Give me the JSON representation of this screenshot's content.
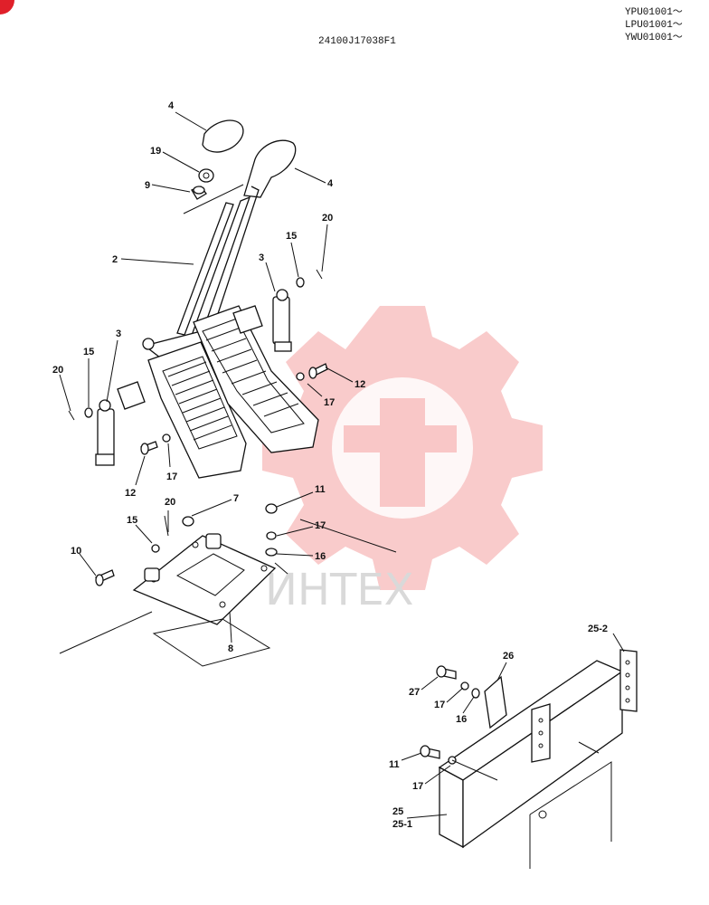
{
  "header": {
    "drawing_number": "24100J17038F1",
    "serial_lines": [
      "YPU01001～",
      "LPU01001～",
      "YWU01001～"
    ]
  },
  "watermark": {
    "text": "ИНТЕХ",
    "color": "#f4a0a0"
  },
  "corner_mark_color": "#e0202a",
  "callouts": [
    {
      "id": "c4a",
      "text": "4"
    },
    {
      "id": "c19",
      "text": "19"
    },
    {
      "id": "c9",
      "text": "9"
    },
    {
      "id": "c4b",
      "text": "4"
    },
    {
      "id": "c20a",
      "text": "20"
    },
    {
      "id": "c15a",
      "text": "15"
    },
    {
      "id": "c2",
      "text": "2"
    },
    {
      "id": "c3a",
      "text": "3"
    },
    {
      "id": "c3b",
      "text": "3"
    },
    {
      "id": "c15b",
      "text": "15"
    },
    {
      "id": "c20b",
      "text": "20"
    },
    {
      "id": "c12a",
      "text": "12"
    },
    {
      "id": "c17a",
      "text": "17"
    },
    {
      "id": "c17b",
      "text": "17"
    },
    {
      "id": "c12b",
      "text": "12"
    },
    {
      "id": "c20c",
      "text": "20"
    },
    {
      "id": "c7",
      "text": "7"
    },
    {
      "id": "c11a",
      "text": "11"
    },
    {
      "id": "c15c",
      "text": "15"
    },
    {
      "id": "c17c",
      "text": "17"
    },
    {
      "id": "c10",
      "text": "10"
    },
    {
      "id": "c16a",
      "text": "16"
    },
    {
      "id": "c8",
      "text": "8"
    },
    {
      "id": "c25_2",
      "text": "25-2"
    },
    {
      "id": "c26",
      "text": "26"
    },
    {
      "id": "c27",
      "text": "27"
    },
    {
      "id": "c17d",
      "text": "17"
    },
    {
      "id": "c16b",
      "text": "16"
    },
    {
      "id": "c11b",
      "text": "11"
    },
    {
      "id": "c17e",
      "text": "17"
    },
    {
      "id": "c25",
      "text": "25"
    },
    {
      "id": "c25_1",
      "text": "25-1"
    }
  ]
}
